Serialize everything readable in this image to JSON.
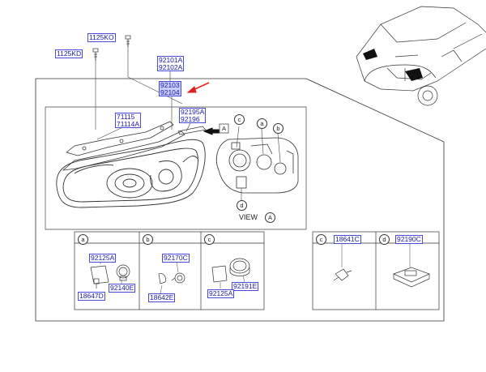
{
  "parts": {
    "p1125KO": "1125KO",
    "p1125KD": "1125KD",
    "p92101A": "92101A",
    "p92102A": "92102A",
    "p92103": "92103",
    "p92104": "92104",
    "p71115": "71115",
    "p71114A": "71114A",
    "p92195A": "92195A",
    "p92196": "92196",
    "p92125A_a": "92125A",
    "p92140E": "92140E",
    "p18647D": "18647D",
    "p92170C": "92170C",
    "p18642E": "18642E",
    "p92191E": "92191E",
    "p92125A_c": "92125A",
    "p18641C": "18641C",
    "p92190C": "92190C"
  },
  "callouts": {
    "a": "a",
    "b": "b",
    "c": "c",
    "d": "d",
    "view_letter": "A"
  },
  "view_label": "VIEW",
  "colors": {
    "label_text": "#1a1aa6",
    "label_border": "#4a4ad8",
    "highlight": "#2a3cff",
    "arrow": "#e02020",
    "line": "#333333"
  }
}
